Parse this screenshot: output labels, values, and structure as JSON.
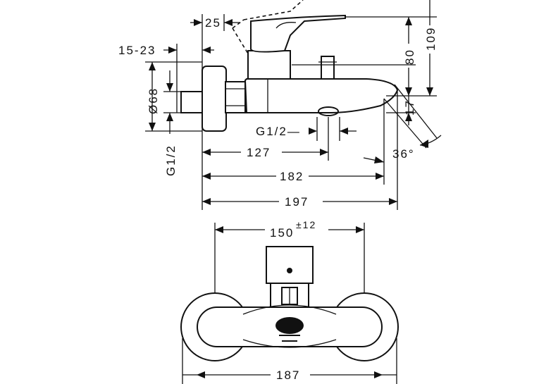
{
  "drawing": {
    "dimensions": {
      "offset_top": "25",
      "adjust_range": "15-23",
      "flange_diameter": "Ø68",
      "inlet_thread": "G1/2",
      "outlet_thread": "G1/2—",
      "spout_outlet_depth": "127",
      "spout_depth": "182",
      "overall_depth": "197",
      "height_lever": "109",
      "height_body": "80",
      "outlet_drop": "17",
      "lever_angle": "36°",
      "centers": "150",
      "centers_tolerance": "±12",
      "overall_width": "187"
    }
  }
}
